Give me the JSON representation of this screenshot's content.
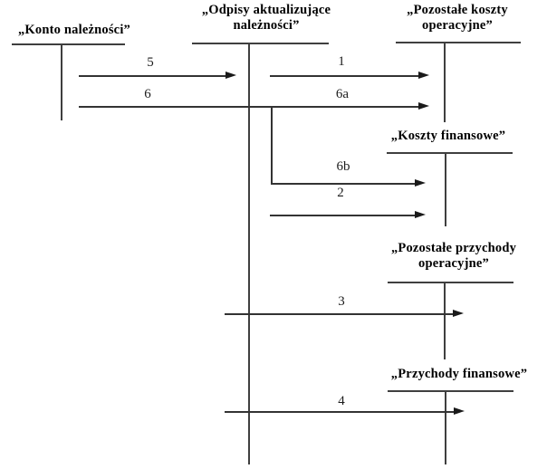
{
  "diagram": {
    "description_colors": {
      "background": "#ffffff",
      "line": "#3f3f3f",
      "arrow": "#1a1a1a",
      "text": "#000000"
    },
    "accounts": [
      {
        "key": "konto-naleznosci",
        "title_lines": [
          "„Konto należności”"
        ]
      },
      {
        "key": "odpisy-aktualizujace-naleznosci",
        "title_lines": [
          "„Odpisy aktualizujące",
          "należności”"
        ]
      },
      {
        "key": "pozostale-koszty-operacyjne",
        "title_lines": [
          "„Pozostałe koszty",
          "operacyjne”"
        ]
      },
      {
        "key": "koszty-finansowe",
        "title_lines": [
          "„Koszty finansowe”"
        ]
      },
      {
        "key": "pozostale-przychody-operacyjne",
        "title_lines": [
          "„Pozostałe przychody",
          "operacyjne”"
        ]
      },
      {
        "key": "przychody-finansowe",
        "title_lines": [
          "„Przychody finansowe”"
        ]
      }
    ],
    "flows": {
      "f5": "5",
      "f6": "6",
      "f1": "1",
      "f6a": "6a",
      "f6b": "6b",
      "f2": "2",
      "f3": "3",
      "f4": "4"
    }
  }
}
